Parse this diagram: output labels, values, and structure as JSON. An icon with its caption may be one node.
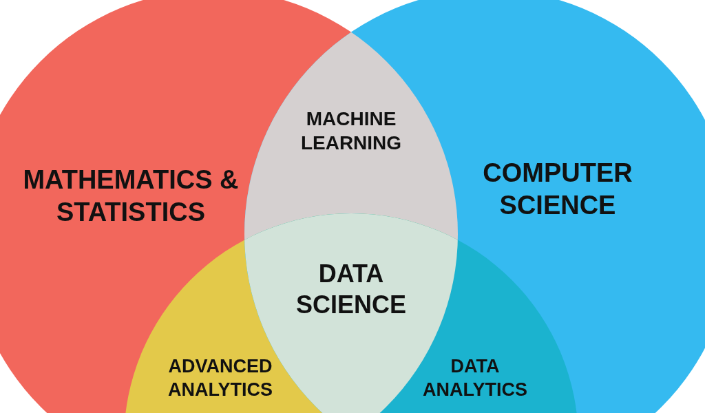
{
  "diagram": {
    "nodes": [
      {
        "text": [
          "MATHEMATICS & STATISTICS"
        ]
      },
      {
        "text": [
          "MACHINE LEARNING"
        ]
      },
      {
        "text": [
          "COMPUTER SCIENCE"
        ]
      },
      {
        "text": [
          "DATA SCIENCE"
        ]
      },
      {
        "text": [
          "ADVANCED ANALYTICS"
        ]
      },
      {
        "text": [
          "DATA ANALYTICS"
        ]
      }
    ]
  }
}
